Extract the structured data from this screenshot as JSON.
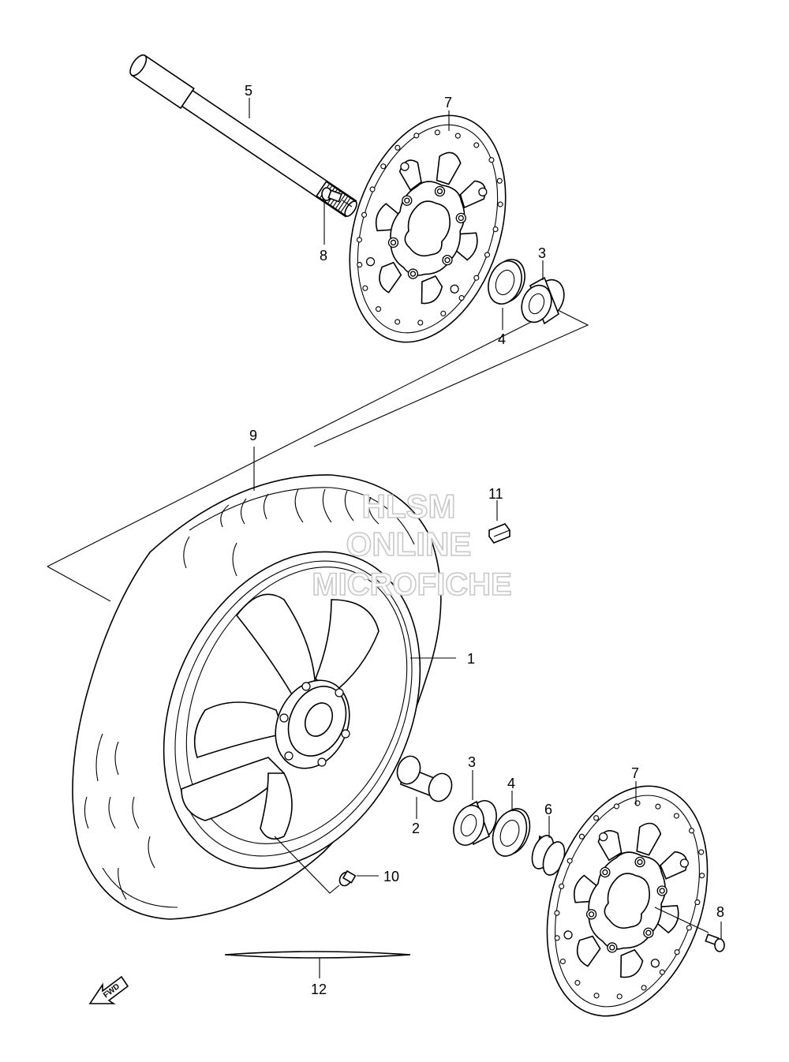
{
  "diagram": {
    "parts": [
      {
        "id": "1",
        "label": "1"
      },
      {
        "id": "2",
        "label": "2"
      },
      {
        "id": "3a",
        "label": "3"
      },
      {
        "id": "3b",
        "label": "3"
      },
      {
        "id": "4a",
        "label": "4"
      },
      {
        "id": "4b",
        "label": "4"
      },
      {
        "id": "5",
        "label": "5"
      },
      {
        "id": "6",
        "label": "6"
      },
      {
        "id": "7a",
        "label": "7"
      },
      {
        "id": "7b",
        "label": "7"
      },
      {
        "id": "8a",
        "label": "8"
      },
      {
        "id": "8b",
        "label": "8"
      },
      {
        "id": "9",
        "label": "9"
      },
      {
        "id": "10",
        "label": "10"
      },
      {
        "id": "11",
        "label": "11"
      },
      {
        "id": "12",
        "label": "12"
      }
    ],
    "watermark": {
      "line1": "HLSM",
      "line2": "ONLINE",
      "line3": "MICROFICHE"
    },
    "direction_arrow": {
      "label": "FWD",
      "icon": "fwd-arrow-icon"
    }
  }
}
